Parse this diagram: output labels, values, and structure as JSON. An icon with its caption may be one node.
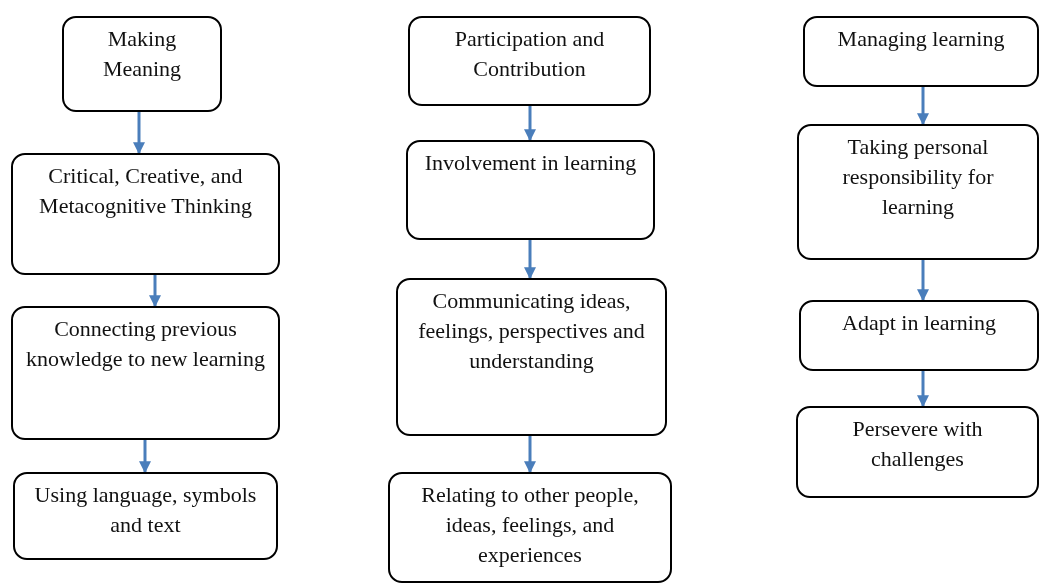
{
  "diagram": {
    "nodes": [
      {
        "text": [
          "Making Meaning"
        ]
      },
      {
        "text": [
          "Critical, Creative, and Metacognitive Thinking"
        ]
      },
      {
        "text": [
          "Connecting previous knowledge to new learning"
        ]
      },
      {
        "text": [
          "Using language, symbols and text"
        ]
      },
      {
        "text": [
          "Participation and Contribution"
        ]
      },
      {
        "text": [
          "Involvement in learning"
        ]
      },
      {
        "text": [
          "Communicating ideas, feelings, perspectives and understanding"
        ]
      },
      {
        "text": [
          "Relating to other people, ideas, feelings, and experiences"
        ]
      },
      {
        "text": [
          "Managing learning"
        ]
      },
      {
        "text": [
          "Taking personal responsibility for learning"
        ]
      },
      {
        "text": [
          "Adapt in learning"
        ]
      },
      {
        "text": [
          "Persevere with challenges"
        ]
      }
    ],
    "edges": [
      {
        "from": 0,
        "to": 1,
        "arrow": "to"
      },
      {
        "from": 1,
        "to": 2,
        "arrow": "to"
      },
      {
        "from": 2,
        "to": 3,
        "arrow": "to"
      },
      {
        "from": 4,
        "to": 5,
        "arrow": "to"
      },
      {
        "from": 5,
        "to": 6,
        "arrow": "to"
      },
      {
        "from": 6,
        "to": 7,
        "arrow": "to"
      },
      {
        "from": 8,
        "to": 9,
        "arrow": "to"
      },
      {
        "from": 9,
        "to": 10,
        "arrow": "to"
      },
      {
        "from": 10,
        "to": 11,
        "arrow": "to"
      }
    ]
  }
}
